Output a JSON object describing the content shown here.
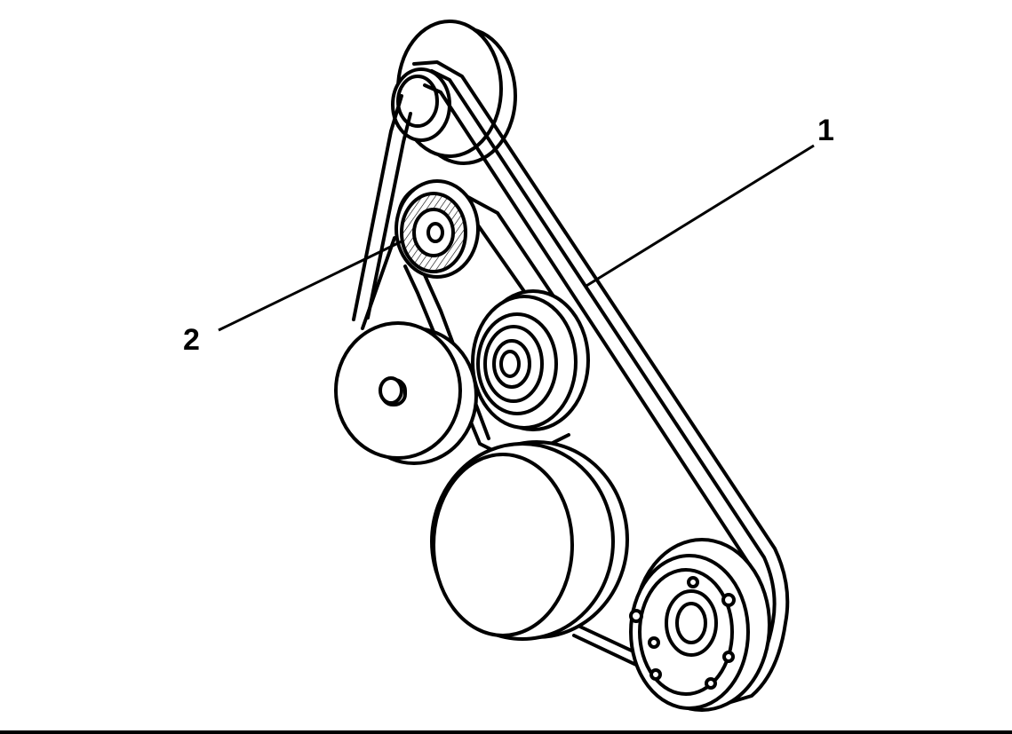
{
  "colors": {
    "ink": "#000000",
    "paper": "#ffffff",
    "hatch": "#9a9a9a"
  },
  "callouts": [
    {
      "id": "belt",
      "label": "1"
    },
    {
      "id": "tensioner",
      "label": "2"
    }
  ]
}
